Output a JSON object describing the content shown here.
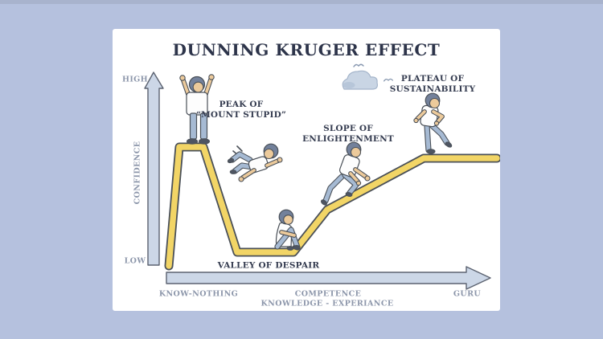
{
  "title": "DUNNING KRUGER EFFECT",
  "y_axis": {
    "label": "CONFIDENCE",
    "high": "HIGH",
    "low": "LOW"
  },
  "x_axis": {
    "label": "KNOWLEDGE - EXPERIANCE",
    "ticks": [
      "KNOW-NOTHING",
      "COMPETENCE",
      "GURU"
    ]
  },
  "stages": {
    "peak": {
      "line1": "PEAK OF",
      "line2": "“MOUNT STUPID”"
    },
    "valley": {
      "line1": "VALLEY OF DESPAIR"
    },
    "slope": {
      "line1": "SLOPE OF",
      "line2": "ENLIGHTENMENT"
    },
    "plateau": {
      "line1": "PLATEAU OF",
      "line2": "SUSTAINABILITY"
    }
  },
  "curve": {
    "description": "Confidence vs knowledge-experience: steep rise to Mount Stupid peak, fall into Valley of Despair, gradual Slope of Enlightenment, flat Plateau of Sustainability",
    "points": [
      [
        70,
        295
      ],
      [
        83,
        147
      ],
      [
        113,
        147
      ],
      [
        155,
        278
      ],
      [
        225,
        278
      ],
      [
        267,
        225
      ],
      [
        387,
        161
      ],
      [
        478,
        161
      ]
    ]
  },
  "colors": {
    "background": "#b5c1de",
    "card": "#ffffff",
    "title-ink": "#2d344a",
    "label-ink": "#353c50",
    "axis-label": "#8c96aa",
    "axis-fill": "#ccd7e7",
    "outline-ink": "#4a5058",
    "curve-yellow": "#f2d566",
    "skin": "#ecca9b",
    "hair": "#73819b",
    "shirt": "#fdfdfd",
    "pants": "#a6bad3",
    "shoe": "#4e5562",
    "cloud": "#c9d5e4"
  }
}
